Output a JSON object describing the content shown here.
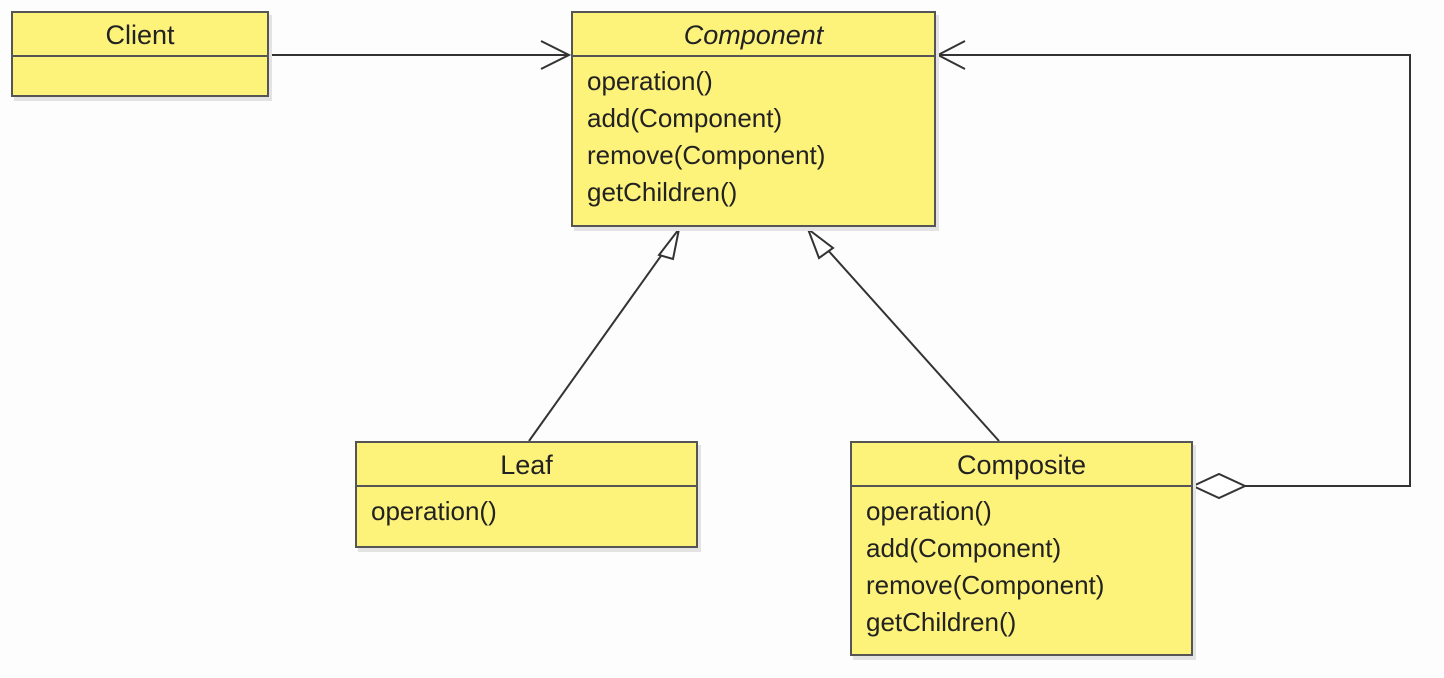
{
  "classes": {
    "client": {
      "name": "Client",
      "operations": []
    },
    "component": {
      "name": "Component",
      "abstract": true,
      "operations": [
        "operation()",
        "add(Component)",
        "remove(Component)",
        "getChildren()"
      ]
    },
    "leaf": {
      "name": "Leaf",
      "operations": [
        "operation()"
      ]
    },
    "composite": {
      "name": "Composite",
      "operations": [
        "operation()",
        "add(Component)",
        "remove(Component)",
        "getChildren()"
      ]
    }
  },
  "relationships": [
    {
      "type": "association",
      "from": "Client",
      "to": "Component"
    },
    {
      "type": "generalization",
      "from": "Leaf",
      "to": "Component"
    },
    {
      "type": "generalization",
      "from": "Composite",
      "to": "Component"
    },
    {
      "type": "aggregation",
      "from": "Composite",
      "to": "Component"
    }
  ],
  "colors": {
    "class_fill": "#fdf27a",
    "class_border": "#555555",
    "line": "#333333"
  }
}
